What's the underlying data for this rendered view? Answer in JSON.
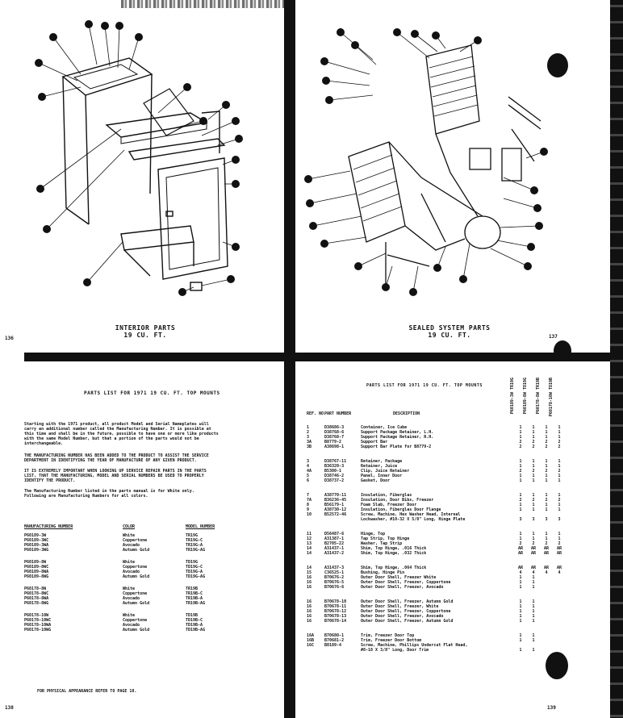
{
  "quad1": {
    "caption_line1": "INTERIOR PARTS",
    "caption_line2": "19 CU. FT.",
    "page_number": "136"
  },
  "quad2": {
    "caption_line1": "SEALED SYSTEM PARTS",
    "caption_line2": "19 CU. FT.",
    "page_number": "137"
  },
  "quad3": {
    "title": "PARTS LIST FOR 1971 19 CU. FT. TOP MOUNTS",
    "paragraph1": [
      "Starting with the 1971 product, all product Model and Serial Nameplates will",
      "carry an additional number called the Manufacturing Number. It is possible at",
      "this time and shall be in the future, possible to have one or more like products",
      "with the same Model Number, but that a portion of the parts would not be",
      "interchangeable."
    ],
    "paragraph2": [
      "THE MANUFACTURING NUMBER HAS BEEN ADDED TO THE PRODUCT TO ASSIST THE SERVICE",
      "DEPARTMENT IN IDENTIFYING THE YEAR OF MANUFACTURE OF ANY GIVEN PRODUCT."
    ],
    "paragraph3": [
      "IT IS EXTREMELY IMPORTANT WHEN LOOKING UP SERVICE REPAIR PARTS IN THE PARTS",
      "LIST, THAT THE MANUFACTURING, MODEL AND SERIAL NUMBERS BE USED TO PROPERLY",
      "IDENTIFY THE PRODUCT."
    ],
    "paragraph4": [
      "The Manufacturing Number listed in the parts manual is for White only.",
      "Following are Manufacturing Numbers for all colors."
    ],
    "table_headers": [
      "MANUFACTURING NUMBER",
      "COLOR",
      "MODEL NUMBER"
    ],
    "groups": [
      [
        [
          "P60189-3W",
          "White",
          "TR19G"
        ],
        [
          "P60189-3WC",
          "Coppertone",
          "TR19G-C"
        ],
        [
          "P60189-3WA",
          "Avocado",
          "TR19G-A"
        ],
        [
          "P60189-3WG",
          "Autumn Gold",
          "TR19G-AG"
        ]
      ],
      [
        [
          "P60189-8W",
          "White",
          "TD19G"
        ],
        [
          "P60189-8WC",
          "Coppertone",
          "TD19G-C"
        ],
        [
          "P60189-8WA",
          "Avocado",
          "TD19G-A"
        ],
        [
          "P60189-8WG",
          "Autumn Gold",
          "TD19G-AG"
        ]
      ],
      [
        [
          "P60178-8W",
          "White",
          "TR19B"
        ],
        [
          "P60178-8WC",
          "Coppertone",
          "TR19B-C"
        ],
        [
          "P60178-8WA",
          "Avocado",
          "TR19B-A"
        ],
        [
          "P60178-8WG",
          "Autumn Gold",
          "TR19B-AG"
        ]
      ],
      [
        [
          "P60178-10W",
          "White",
          "TD19B"
        ],
        [
          "P60178-10WC",
          "Coppertone",
          "TD19B-C"
        ],
        [
          "P60178-10WA",
          "Avocado",
          "TD19B-A"
        ],
        [
          "P60178-10WG",
          "Autumn Gold",
          "TD19B-AG"
        ]
      ]
    ],
    "footnote": "FOR PHYSICAL APPEARANCE REFER TO PAGE 10.",
    "page_number": "138"
  },
  "quad4": {
    "title": "PARTS LIST FOR 1971 19 CU. FT. TOP MOUNTS",
    "col_headers": [
      "REF. NO.",
      "PART NUMBER",
      "DESCRIPTION"
    ],
    "model_headers": [
      "P60189-3W TR19G",
      "P60189-8W TD19G",
      "P60178-8W TR19B",
      "P60178-10W TD19B"
    ],
    "groups": [
      [
        [
          "1",
          "D38686-3",
          "Container, Ice Cube",
          "1",
          "1",
          "1",
          "1"
        ],
        [
          "2",
          "D38768-6",
          "Support Package Retainer, L.H.",
          "1",
          "1",
          "1",
          "1"
        ],
        [
          "3",
          "D38768-7",
          "Support Package Retainer, R.H.",
          "1",
          "1",
          "1",
          "1"
        ],
        [
          "3A",
          "B8779-2",
          "Support Bar",
          "2",
          "2",
          "2",
          "2"
        ],
        [
          "3B",
          "A38698-1",
          "Support Bar Plate for B8779-2",
          "2",
          "2",
          "2",
          "2"
        ]
      ],
      [
        [
          "3",
          "D38767-11",
          "Retainer, Package",
          "1",
          "1",
          "1",
          "1"
        ],
        [
          "4",
          "B36320-3",
          "Retainer, Juice",
          "1",
          "1",
          "1",
          "1"
        ],
        [
          "4A",
          "B5300-1",
          "Clip, Juice Retainer",
          "2",
          "2",
          "2",
          "2"
        ],
        [
          "5",
          "D38746-2",
          "Panel, Inner Door",
          "1",
          "1",
          "1",
          "1"
        ],
        [
          "6",
          "D38737-2",
          "Gasket, Door",
          "1",
          "1",
          "1",
          "1"
        ]
      ],
      [
        [
          "7",
          "A38770-11",
          "Insulation, Fiberglas",
          "1",
          "1",
          "1",
          "1"
        ],
        [
          "7A",
          "B36236-45",
          "Insulation, Door Bibs, Freezer",
          "2",
          "2",
          "2",
          "2"
        ],
        [
          "8",
          "B56179-1",
          "Foam Slab, Freezer Door",
          "1",
          "1",
          "1",
          "1"
        ],
        [
          "9",
          "A38730-12",
          "Insulation, Fiberglas Door Flange",
          "1",
          "1",
          "1",
          "1"
        ],
        [
          "10",
          "B52572-46",
          "Screw, Machine, Hex Washer Head, Internal",
          "",
          "",
          "",
          ""
        ],
        [
          "",
          "",
          "Lockwasher, #10-32 X 5/8\" Long, Hinge Plate",
          "3",
          "3",
          "3",
          "3"
        ]
      ],
      [
        [
          "11",
          "D56487-6",
          "Hinge, Top",
          "1",
          "1",
          "1",
          "1"
        ],
        [
          "12",
          "A31387-1",
          "Tap Strip, Top Hinge",
          "1",
          "1",
          "1",
          "1"
        ],
        [
          "13",
          "B2705-22",
          "Washer, Tap Strip",
          "2",
          "2",
          "2",
          "2"
        ],
        [
          "14",
          "A31437-1",
          "Shim, Top Hinge, .016 Thick",
          "AR",
          "AR",
          "AR",
          "AR"
        ],
        [
          "14",
          "A31437-2",
          "Shim, Top Hinge, .032 Thick",
          "AR",
          "AR",
          "AR",
          "AR"
        ]
      ],
      [
        [
          "14",
          "A31437-3",
          "Shim, Top Hinge, .064 Thick",
          "AR",
          "AR",
          "AR",
          "AR"
        ],
        [
          "15",
          "C36525-1",
          "Bushing, Hinge Pin",
          "4",
          "4",
          "4",
          "4"
        ],
        [
          "16",
          "B70676-2",
          "Outer Door Shell, Freezer White",
          "1",
          "1",
          "",
          ""
        ],
        [
          "16",
          "B70676-5",
          "Outer Door Shell, Freezer, Coppertone",
          "1",
          "1",
          "",
          ""
        ],
        [
          "16",
          "B70676-6",
          "Outer Door Shell, Freezer, Avocado",
          "1",
          "1",
          "",
          ""
        ]
      ],
      [
        [
          "16",
          "B70678-10",
          "Outer Door Shell, Freezer, Autumn Gold",
          "1",
          "1",
          "",
          ""
        ],
        [
          "16",
          "B70678-11",
          "Outer Door Shell, Freezer, White",
          "1",
          "1",
          "",
          ""
        ],
        [
          "16",
          "B70678-12",
          "Outer Door Shell, Freezer, Coppertone",
          "1",
          "1",
          "",
          ""
        ],
        [
          "16",
          "B70678-13",
          "Outer Door Shell, Freezer, Avocado",
          "1",
          "1",
          "",
          ""
        ],
        [
          "16",
          "B70678-14",
          "Outer Door Shell, Freezer, Autumn Gold",
          "1",
          "1",
          "",
          ""
        ]
      ],
      [
        [
          "16A",
          "B70680-1",
          "Trim, Freezer Door Top",
          "1",
          "1",
          "",
          ""
        ],
        [
          "16B",
          "B70681-2",
          "Trim, Freezer Door Bottom",
          "1",
          "1",
          "",
          ""
        ],
        [
          "16C",
          "B8189-4",
          "Screw, Machine, Phillips Undercut Flat Head,",
          "",
          "",
          "",
          ""
        ],
        [
          "",
          "",
          "#8-18 X 3/8\" Long, Door Trim",
          "1",
          "1",
          "",
          ""
        ]
      ]
    ],
    "page_number": "139"
  }
}
